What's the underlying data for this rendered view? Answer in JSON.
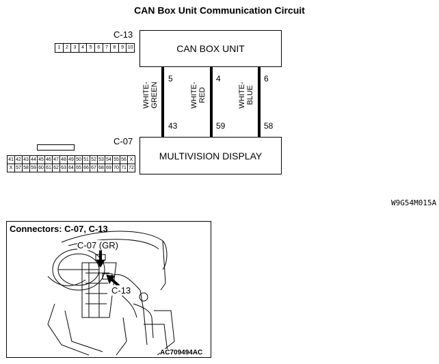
{
  "title": "CAN Box Unit Communication Circuit",
  "connectors": {
    "top": {
      "code": "C-13",
      "pins": [
        "1",
        "2",
        "3",
        "4",
        "5",
        "6",
        "7",
        "8",
        "9",
        "10"
      ]
    },
    "bottom": {
      "code": "C-07",
      "row1": [
        "41",
        "42",
        "43",
        "44",
        "45",
        "46",
        "47",
        "48",
        "49",
        "50",
        "51",
        "52",
        "53",
        "54",
        "55",
        "56",
        "X"
      ],
      "row2": [
        "X",
        "57",
        "58",
        "59",
        "60",
        "61",
        "62",
        "63",
        "64",
        "65",
        "66",
        "67",
        "68",
        "69",
        "70",
        "71",
        "72"
      ]
    }
  },
  "units": {
    "top": "CAN BOX UNIT",
    "bottom": "MULTIVISION DISPLAY"
  },
  "wires": [
    {
      "color": "WHITE-\nGREEN",
      "top_pin": "5",
      "bottom_pin": "43"
    },
    {
      "color": "WHITE-\nRED",
      "top_pin": "4",
      "bottom_pin": "59"
    },
    {
      "color": "WHITE-\nBLUE",
      "top_pin": "6",
      "bottom_pin": "58"
    }
  ],
  "figure_id": "W9G54M015A",
  "location_panel": {
    "title": "Connectors: C-07, C-13",
    "callout_c07": "C-07 (GR)",
    "callout_c13": "C-13",
    "ref": "AC709494AC"
  }
}
